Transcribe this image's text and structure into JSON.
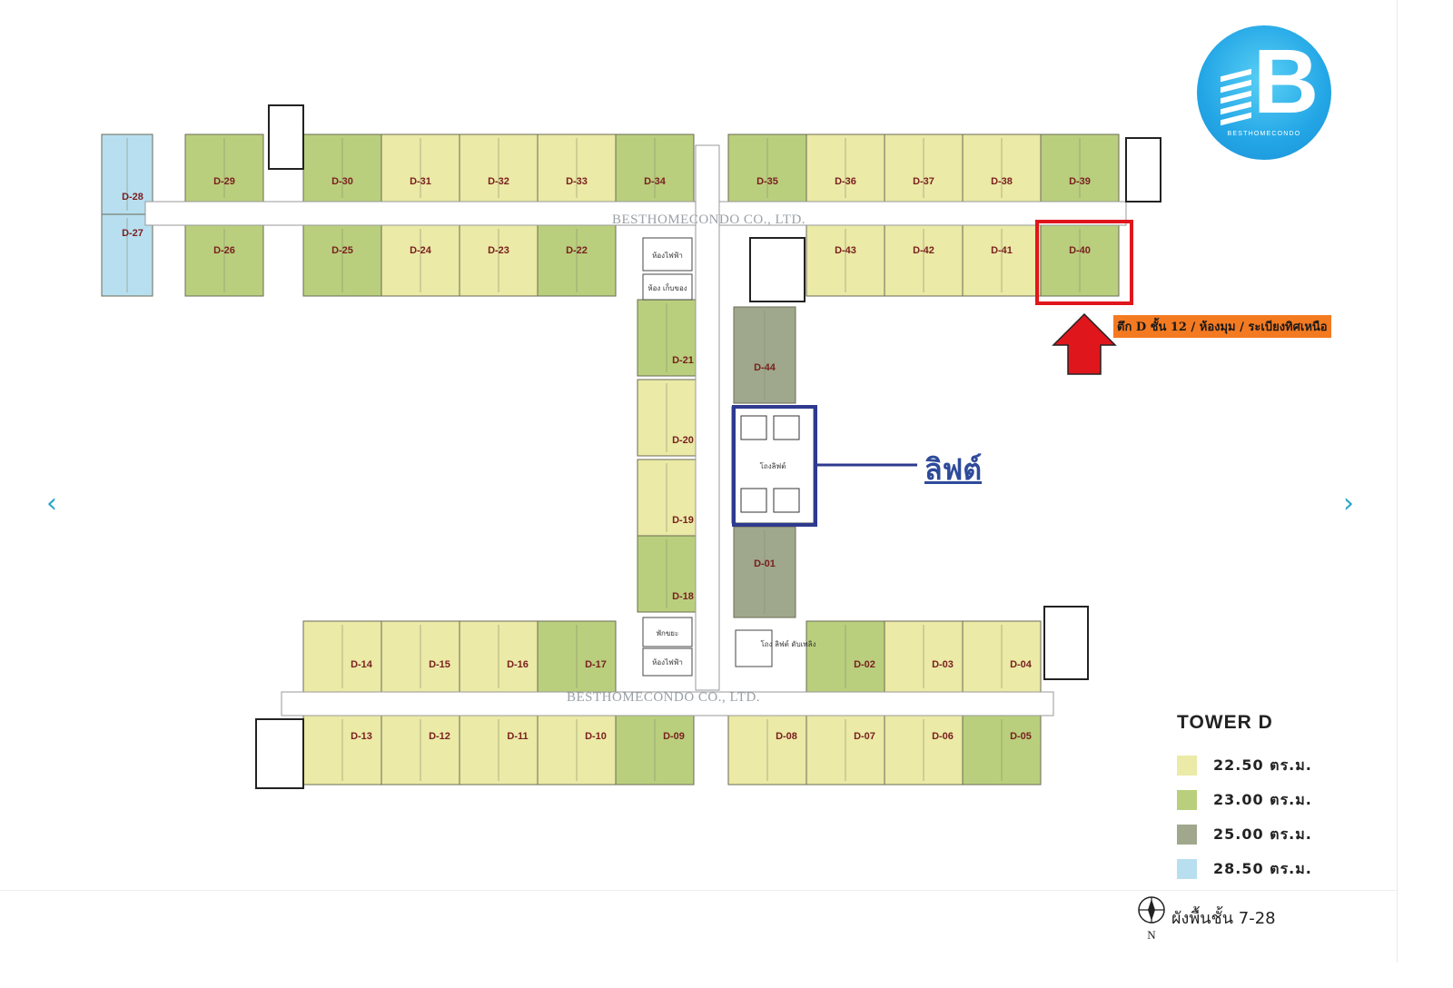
{
  "watermark": "BESTHOMECONDO CO., LTD.",
  "logo": {
    "letter": "B",
    "text": "BESTHOMECONDO"
  },
  "callout": "ตึก D ชั้น 12 / ห้องมุม / ระเบียงทิศเหนือ",
  "lift_label": "ลิฟต์",
  "rooms_thai": {
    "trash": "ห้องไฟฟ้า",
    "storage": "ห้อง เก็บของ",
    "lift_hall": "โถงลิฟต์",
    "trash2": "พักขยะ",
    "elec2": "ห้องไฟฟ้า",
    "fire_lift": "โถง ลิฟต์ ดับเพลิง"
  },
  "legend": {
    "title": "TOWER  D",
    "items": [
      {
        "label": "22.50  ตร.ม.",
        "color": "#ebeaa6"
      },
      {
        "label": "23.00  ตร.ม.",
        "color": "#b9cf7d"
      },
      {
        "label": "25.00  ตร.ม.",
        "color": "#9fa88c"
      },
      {
        "label": "28.50  ตร.ม.",
        "color": "#b7dff0"
      }
    ]
  },
  "floor_note": "ผังพื้นชั้น 7-28",
  "compass_letter": "N",
  "nav": {
    "prev": "‹",
    "next": "›"
  },
  "units": {
    "top_row_north": [
      "D-29",
      "D-30",
      "D-31",
      "D-32",
      "D-33",
      "D-34",
      "D-35",
      "D-36",
      "D-37",
      "D-38",
      "D-39"
    ],
    "top_row_south": [
      "D-28",
      "D-27",
      "D-26",
      "D-25",
      "D-24",
      "D-23",
      "D-22",
      "D-43",
      "D-42",
      "D-41",
      "D-40"
    ],
    "center_west": [
      "D-21",
      "D-20",
      "D-19",
      "D-18"
    ],
    "center_east": [
      "D-44",
      "D-01"
    ],
    "bottom_row_north": [
      "D-14",
      "D-15",
      "D-16",
      "D-17",
      "D-02",
      "D-03",
      "D-04"
    ],
    "bottom_row_south": [
      "D-13",
      "D-12",
      "D-11",
      "D-10",
      "D-09",
      "D-08",
      "D-07",
      "D-06",
      "D-05"
    ]
  }
}
